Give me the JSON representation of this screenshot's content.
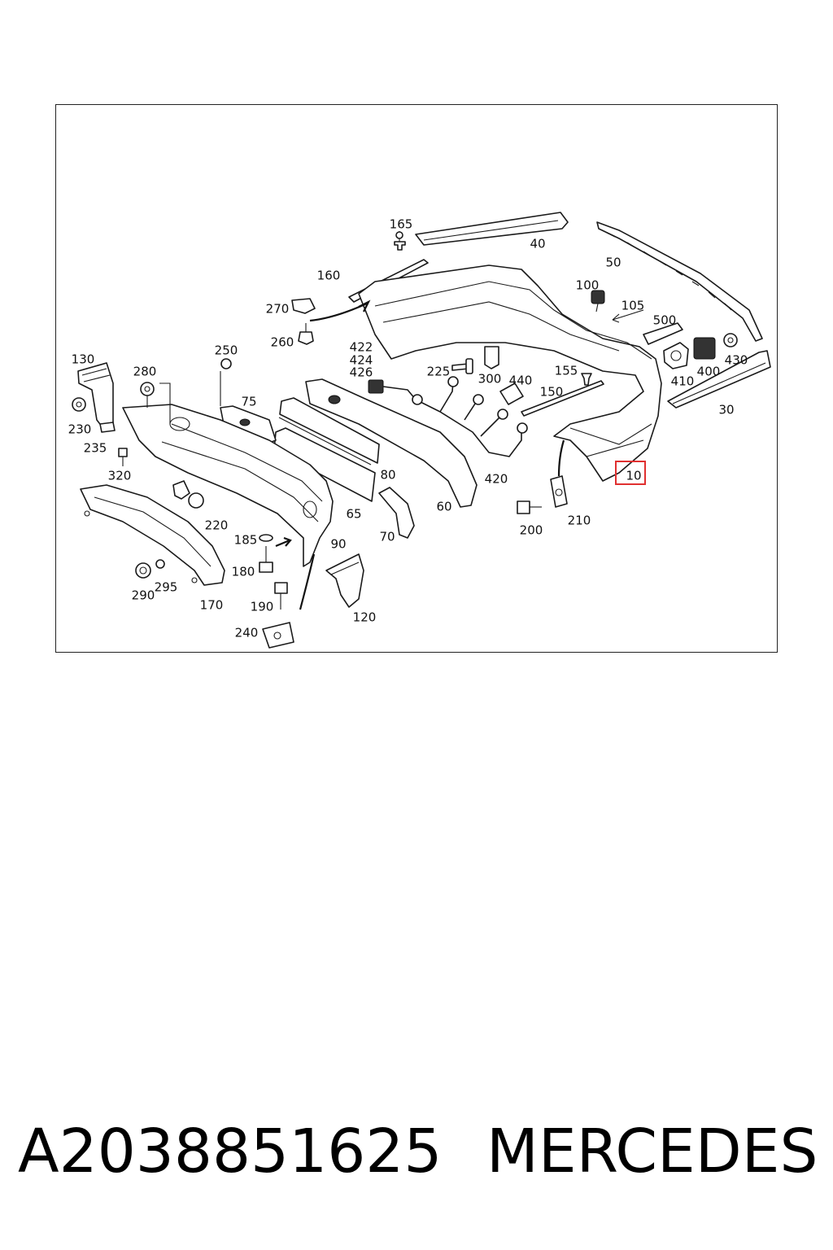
{
  "diagram": {
    "highlight_color": "#e03030",
    "highlighted_part": "10",
    "labels": [
      "165",
      "40",
      "160",
      "50",
      "100",
      "105",
      "270",
      "500",
      "260",
      "422",
      "424",
      "426",
      "225",
      "300",
      "155",
      "410",
      "400",
      "430",
      "130",
      "280",
      "250",
      "440",
      "150",
      "30",
      "75",
      "230",
      "235",
      "320",
      "80",
      "420",
      "10",
      "60",
      "65",
      "220",
      "210",
      "200",
      "185",
      "90",
      "70",
      "180",
      "290",
      "295",
      "170",
      "190",
      "120",
      "240"
    ]
  },
  "footer": {
    "part_number": "A2038851625",
    "brand": "MERCEDES"
  }
}
